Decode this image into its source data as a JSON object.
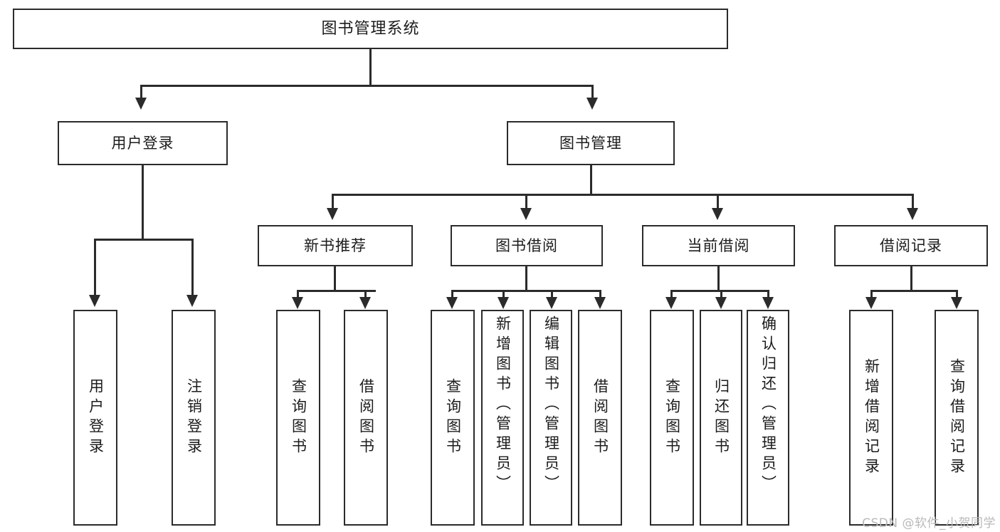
{
  "diagram": {
    "type": "tree-hierarchy",
    "title": "图书管理系统",
    "watermark": "CSDN @软件_小贺同学",
    "colors": {
      "stroke": "#2b2b2b",
      "fill": "#ffffff",
      "text": "#1c1c1c",
      "watermark": "#b9b9b9"
    },
    "root": {
      "label": "图书管理系统"
    },
    "level2": [
      {
        "label": "用户登录"
      },
      {
        "label": "图书管理"
      }
    ],
    "level3": [
      {
        "label": "新书推荐"
      },
      {
        "label": "图书借阅"
      },
      {
        "label": "当前借阅"
      },
      {
        "label": "借阅记录"
      }
    ],
    "leaves": {
      "user_login": [
        {
          "label": "用户登录"
        },
        {
          "label": "注销登录"
        }
      ],
      "new_book_recommend": [
        {
          "label": "查询图书"
        },
        {
          "label": "借阅图书"
        }
      ],
      "book_borrow": [
        {
          "label": "查询图书"
        },
        {
          "label": "新增图书（管理员）"
        },
        {
          "label": "编辑图书（管理员）"
        },
        {
          "label": "借阅图书"
        }
      ],
      "current_borrow": [
        {
          "label": "查询图书"
        },
        {
          "label": "归还图书"
        },
        {
          "label": "确认归还（管理员）"
        }
      ],
      "borrow_record": [
        {
          "label": "新增借阅记录"
        },
        {
          "label": "查询借阅记录"
        }
      ]
    }
  }
}
